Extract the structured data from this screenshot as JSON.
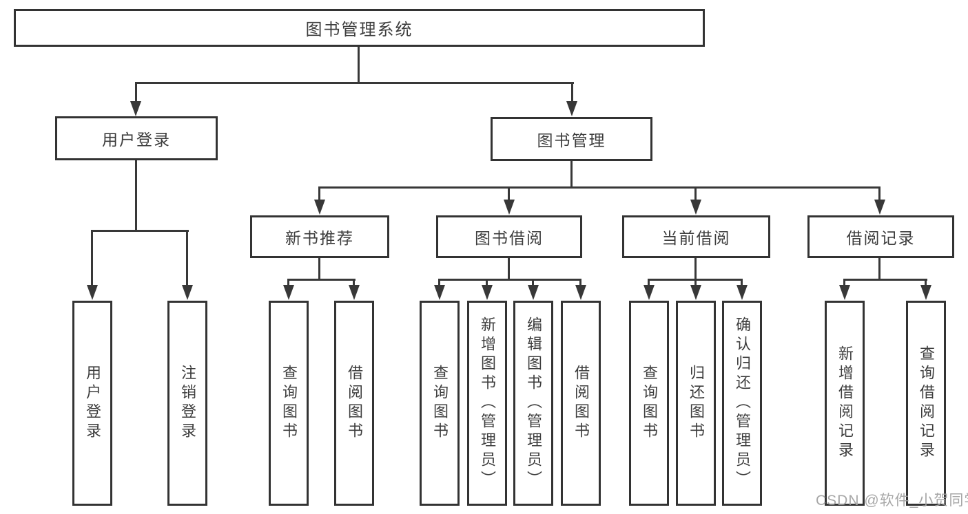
{
  "diagram": {
    "type": "tree",
    "root": {
      "label": "图书管理系统",
      "children": [
        {
          "label": "用户登录",
          "children": [
            {
              "label": "用户登录"
            },
            {
              "label": "注销登录"
            }
          ]
        },
        {
          "label": "图书管理",
          "children": [
            {
              "label": "新书推荐",
              "children": [
                {
                  "label": "查询图书"
                },
                {
                  "label": "借阅图书"
                }
              ]
            },
            {
              "label": "图书借阅",
              "children": [
                {
                  "label": "查询图书"
                },
                {
                  "label": "新增图书（管理员）"
                },
                {
                  "label": "编辑图书（管理员）"
                },
                {
                  "label": "借阅图书"
                }
              ]
            },
            {
              "label": "当前借阅",
              "children": [
                {
                  "label": "查询图书"
                },
                {
                  "label": "归还图书"
                },
                {
                  "label": "确认归还（管理员）"
                }
              ]
            },
            {
              "label": "借阅记录",
              "children": [
                {
                  "label": "新增借阅记录"
                },
                {
                  "label": "查询借阅记录"
                }
              ]
            }
          ]
        }
      ]
    }
  },
  "watermark": {
    "text": "CSDN @软件_小贺同学"
  },
  "colors": {
    "line": "#383838",
    "border": "#333333",
    "text": "#3d3d3d",
    "watermark": "#a2a2a2",
    "background": "#ffffff"
  }
}
